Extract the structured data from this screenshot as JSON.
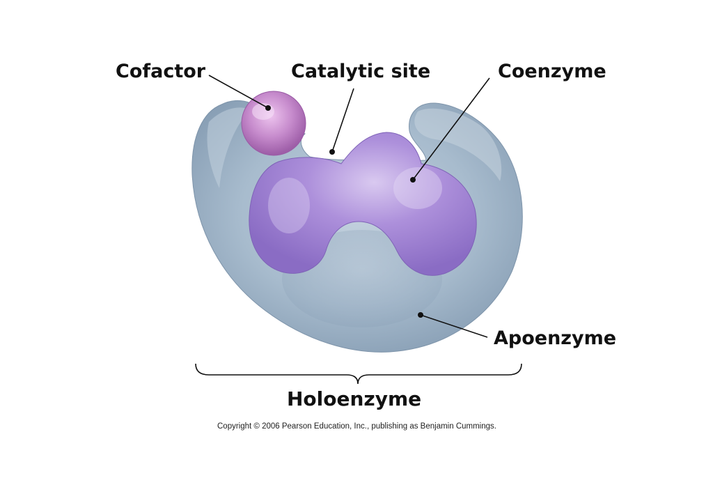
{
  "labels": {
    "cofactor": "Cofactor",
    "catalytic_site": "Catalytic site",
    "coenzyme": "Coenzyme",
    "apoenzyme": "Apoenzyme",
    "holoenzyme": "Holoenzyme"
  },
  "copyright": "Copyright © 2006 Pearson Education, Inc., publishing as Benjamin Cummings.",
  "colors": {
    "apoenzyme": "#9fb4c8",
    "coenzyme": "#a98ad6",
    "cofactor": "#c07cc4",
    "text": "#111111"
  }
}
